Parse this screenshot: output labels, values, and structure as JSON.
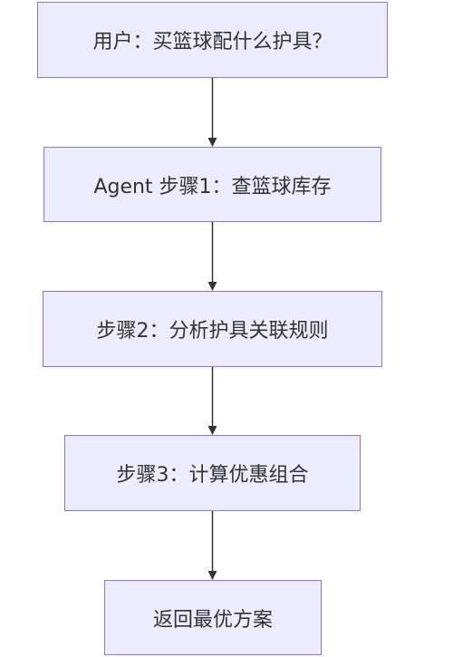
{
  "diagram": {
    "type": "flowchart",
    "direction": "top-to-bottom",
    "colors": {
      "node_fill": "#ececff",
      "node_border": "#9370db",
      "text": "#333333",
      "edge": "#333333",
      "background": "#ffffff"
    },
    "nodes": [
      {
        "id": "n1",
        "label": "用户：买篮球配什么护具？"
      },
      {
        "id": "n2",
        "label": "Agent 步骤1：查篮球库存"
      },
      {
        "id": "n3",
        "label": "步骤2：分析护具关联规则"
      },
      {
        "id": "n4",
        "label": "步骤3：计算优惠组合"
      },
      {
        "id": "n5",
        "label": "返回最优方案"
      }
    ],
    "edges": [
      {
        "from": "n1",
        "to": "n2"
      },
      {
        "from": "n2",
        "to": "n3"
      },
      {
        "from": "n3",
        "to": "n4"
      },
      {
        "from": "n4",
        "to": "n5"
      }
    ]
  }
}
